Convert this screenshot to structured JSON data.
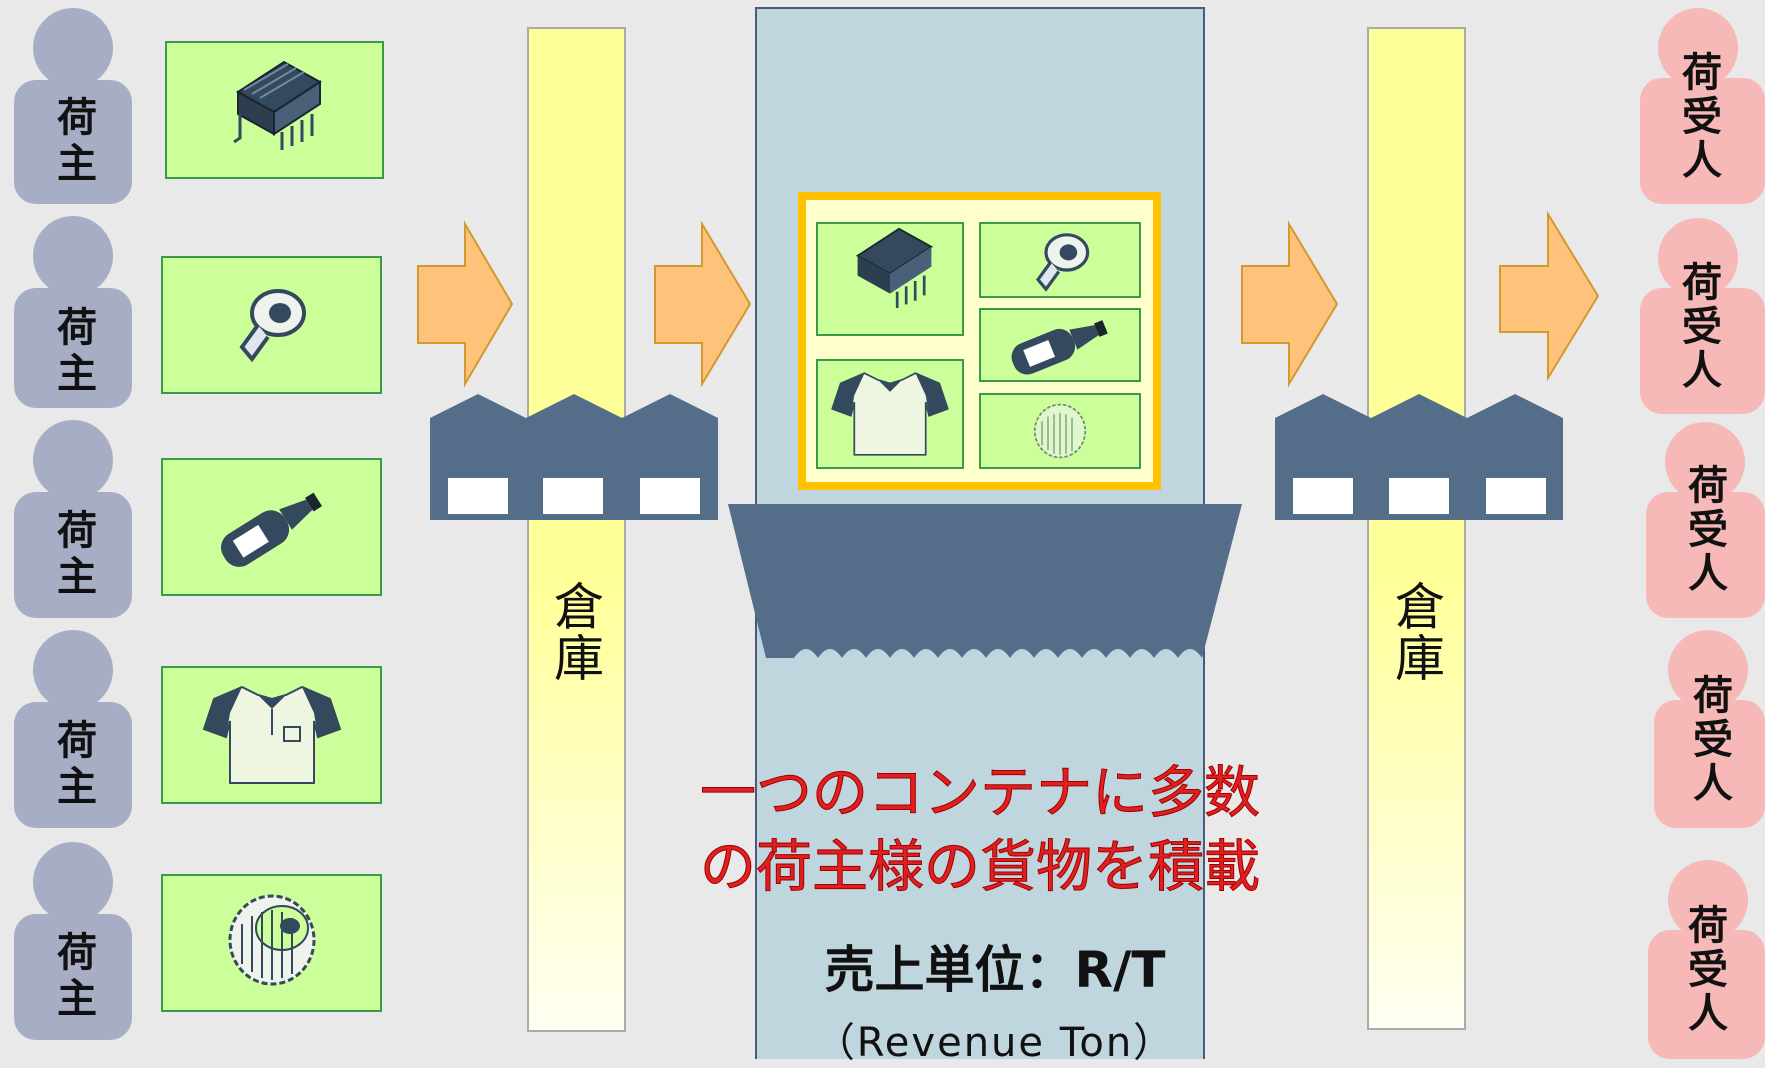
{
  "shippers": [
    {
      "label": "荷主",
      "item": "electronic-component"
    },
    {
      "label": "荷主",
      "item": "bolt"
    },
    {
      "label": "荷主",
      "item": "bottle"
    },
    {
      "label": "荷主",
      "item": "polo-shirt"
    },
    {
      "label": "荷主",
      "item": "gear"
    }
  ],
  "receivers": [
    {
      "label": "荷受人"
    },
    {
      "label": "荷受人"
    },
    {
      "label": "荷受人"
    },
    {
      "label": "荷受人"
    },
    {
      "label": "荷受人"
    }
  ],
  "warehouse_left": {
    "label": "倉庫"
  },
  "warehouse_right": {
    "label": "倉庫"
  },
  "container": {
    "description_line1": "一つのコンテナに多数",
    "description_line2": "の荷主様の貨物を積載",
    "sales_unit": "売上単位：R/T",
    "sales_unit_note": "（Revenue Ton）"
  },
  "colors": {
    "background": "#e9e9e9",
    "shipper": "#a8adc6",
    "receiver": "#f7b8b8",
    "cargo_box": "#ccff99",
    "cargo_border": "#3a9a4a",
    "warehouse_bar": "#ffff99",
    "warehouse_building": "#546e8a",
    "arrow": "#ffc27a",
    "arrow_border": "#d09a30",
    "sea": "#c0d6df",
    "container_border": "#ffc000",
    "red_text": "#e02020"
  }
}
